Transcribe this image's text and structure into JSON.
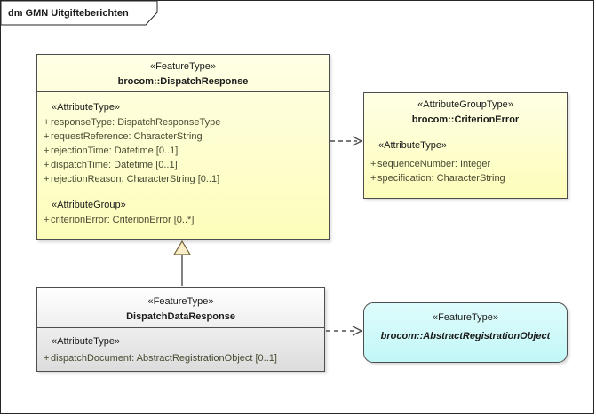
{
  "frame": {
    "title": "dm GMN Uitgifteberichten"
  },
  "colors": {
    "yellow_fill": "#FFFFC8",
    "grey_fill": "#EFEFEF",
    "cyan_fill": "#CCFFFF",
    "border": "#4D4D4D",
    "attribute_text": "#4A4A33",
    "generalization_triangle_fill": "#FAEFC9"
  },
  "boxes": {
    "dispatchResponse": {
      "stereotype": "«FeatureType»",
      "name": "brocom::DispatchResponse",
      "sections": [
        {
          "stereotype": "«AttributeType»",
          "attributes": [
            {
              "vis": "+",
              "text": "responseType: DispatchResponseType"
            },
            {
              "vis": "+",
              "text": "requestReference: CharacterString"
            },
            {
              "vis": "+",
              "text": "rejectionTime: Datetime [0..1]"
            },
            {
              "vis": "+",
              "text": "dispatchTime: Datetime [0..1]"
            },
            {
              "vis": "+",
              "text": "rejectionReason: CharacterString [0..1]"
            }
          ]
        },
        {
          "stereotype": "«AttributeGroup»",
          "attributes": [
            {
              "vis": "+",
              "text": "criterionError: CriterionError [0..*]"
            }
          ]
        }
      ]
    },
    "criterionError": {
      "stereotype": "«AttributeGroupType»",
      "name": "brocom::CriterionError",
      "sections": [
        {
          "stereotype": "«AttributeType»",
          "attributes": [
            {
              "vis": "+",
              "text": "sequenceNumber: Integer"
            },
            {
              "vis": "+",
              "text": "specification: CharacterString"
            }
          ]
        }
      ]
    },
    "dispatchDataResponse": {
      "stereotype": "«FeatureType»",
      "name": "DispatchDataResponse",
      "sections": [
        {
          "stereotype": "«AttributeType»",
          "attributes": [
            {
              "vis": "+",
              "text": "dispatchDocument: AbstractRegistrationObject [0..1]"
            }
          ]
        }
      ]
    },
    "abstractRegistrationObject": {
      "stereotype": "«FeatureType»",
      "name": "brocom::AbstractRegistrationObject"
    }
  },
  "relations": [
    {
      "type": "dependency",
      "from": "brocom::DispatchResponse",
      "to": "brocom::CriterionError"
    },
    {
      "type": "generalization",
      "from": "DispatchDataResponse",
      "to": "brocom::DispatchResponse"
    },
    {
      "type": "dependency",
      "from": "DispatchDataResponse",
      "to": "brocom::AbstractRegistrationObject"
    }
  ]
}
